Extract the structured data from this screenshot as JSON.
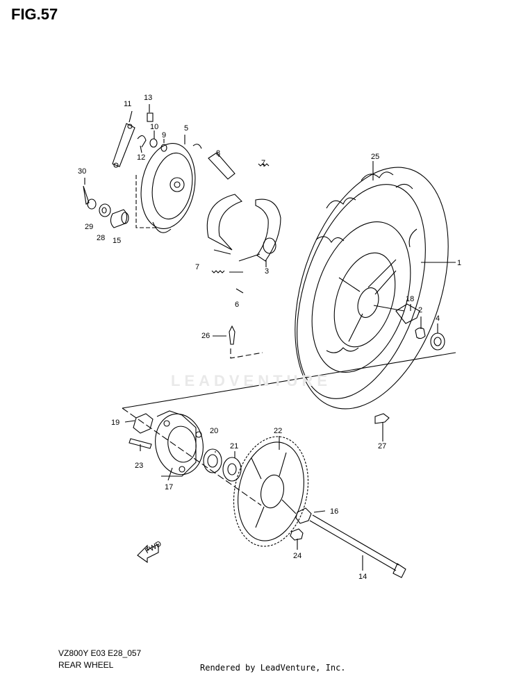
{
  "figure": {
    "title": "FIG.57"
  },
  "watermark": "LEADVENTURE",
  "footer": {
    "model": "VZ800Y E03 E28_057",
    "name": "REAR WHEEL",
    "credit": "Rendered by LeadVenture, Inc."
  },
  "callouts": {
    "p1": "1",
    "p2": "2",
    "p3": "3",
    "p4": "4",
    "p5": "5",
    "p6": "6",
    "p7a": "7",
    "p7b": "7",
    "p8": "8",
    "p9": "9",
    "p10": "10",
    "p11": "11",
    "p12": "12",
    "p13": "13",
    "p14": "14",
    "p15": "15",
    "p16": "16",
    "p17": "17",
    "p18": "18",
    "p19": "19",
    "p20": "20",
    "p21": "21",
    "p22": "22",
    "p23": "23",
    "p24": "24",
    "p25": "25",
    "p26": "26",
    "p27": "27",
    "p28": "28",
    "p29": "29",
    "p30": "30"
  },
  "fwd_arrow_label": "FWD"
}
